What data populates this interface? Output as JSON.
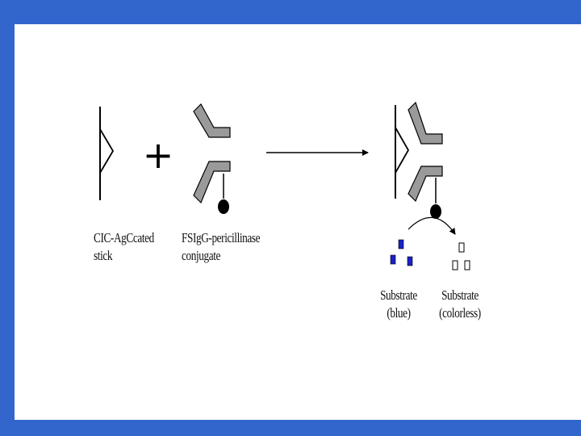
{
  "labels": {
    "stick": [
      "CIC-AgCcated",
      "stick"
    ],
    "conjugate": [
      "FSIgG-pericillinase",
      "conjugate"
    ],
    "substrate_blue": [
      "Substrate",
      "(blue)"
    ],
    "substrate_colorless": [
      "Substrate",
      "(colorless)"
    ]
  },
  "symbols": {
    "plus": "+"
  },
  "colors": {
    "frame": "#3366cc",
    "background": "#ffffff",
    "antibody_fill": "#9a9a9a",
    "substrate_blue": "#1a22c8",
    "ink": "#000000"
  },
  "icons": {
    "antigen_stick": "stick-icon",
    "antibody": "antibody-icon",
    "enzyme": "enzyme-dot-icon"
  }
}
